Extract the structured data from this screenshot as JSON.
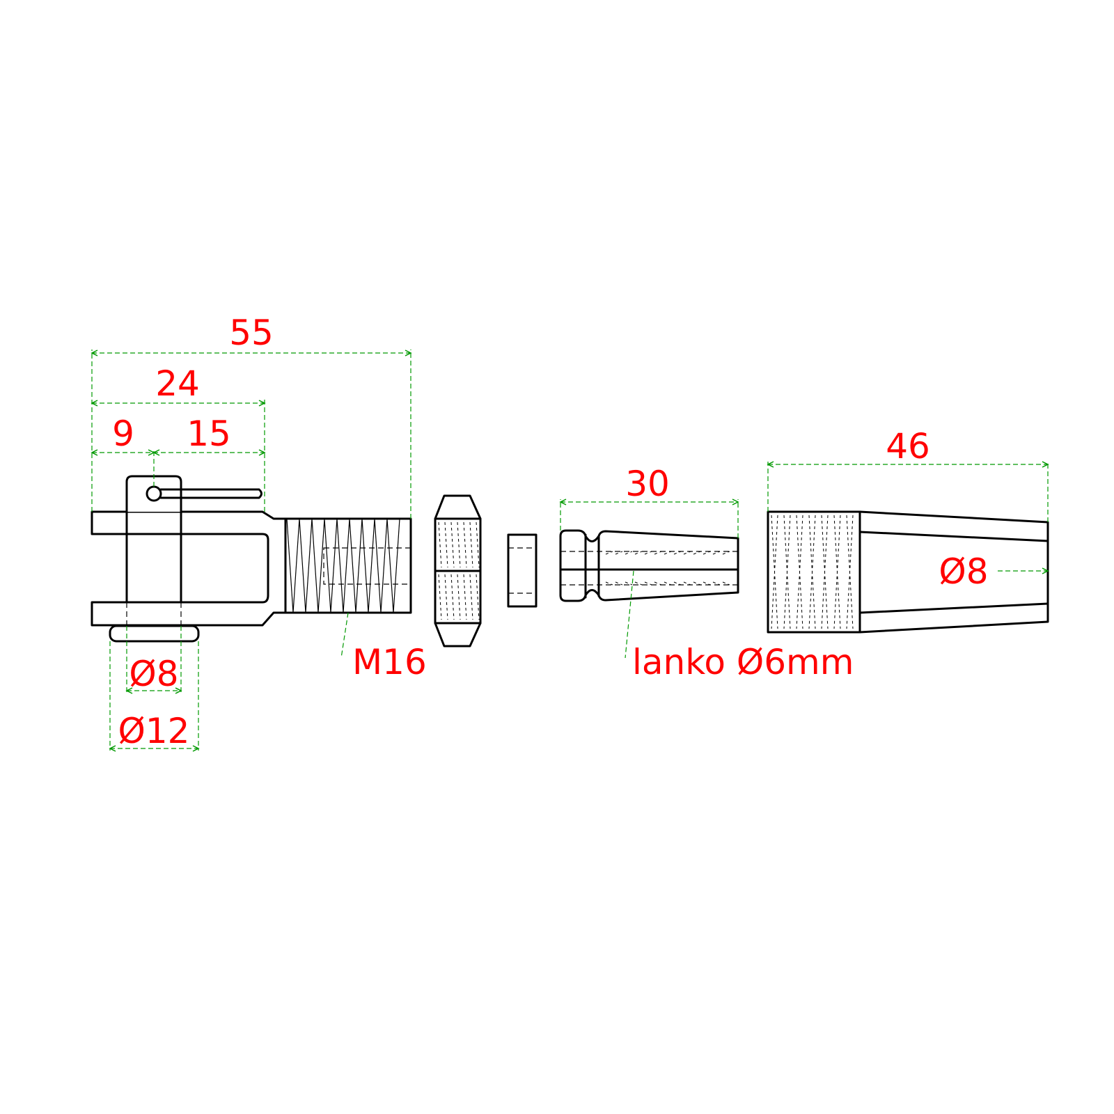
{
  "diagram": {
    "colors": {
      "outline": "#000000",
      "dimension_line": "#009900",
      "dimension_text": "#ff0000",
      "background": "#ffffff"
    },
    "dimensions": {
      "overall_length": "55",
      "fork_length": "24",
      "pin_offset": "9",
      "fork_depth": "15",
      "pin_diameter": "Ø8",
      "pin_head_diameter": "Ø12",
      "thread": "M16",
      "insert_length": "30",
      "cable": "lanko Ø6mm",
      "sleeve_length": "46",
      "sleeve_diameter": "Ø8"
    }
  }
}
